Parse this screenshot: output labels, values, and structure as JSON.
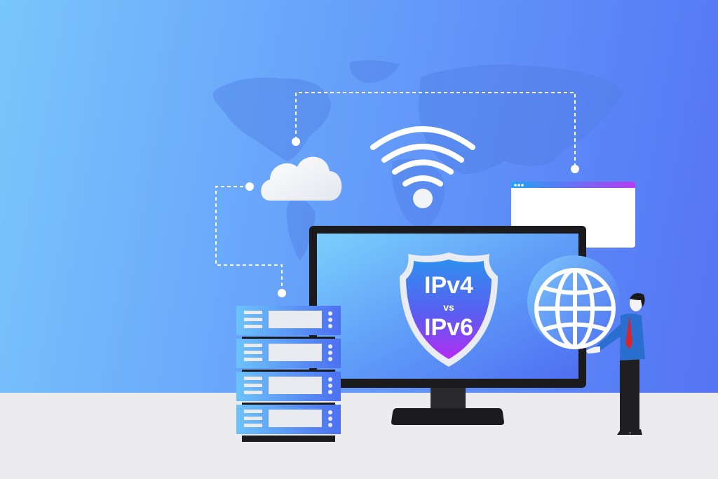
{
  "illustration": {
    "subject": "IPv4 vs IPv6 network comparison",
    "shield": {
      "line1": "IPv4",
      "line2": "vs",
      "line3": "IPv6"
    },
    "icons": [
      "world-map",
      "cloud-icon",
      "wifi-icon",
      "browser-window-icon",
      "monitor-icon",
      "globe-icon",
      "server-rack-icon",
      "person-figure"
    ],
    "server_units": 4,
    "colors": {
      "bg_left": "#79c6fb",
      "bg_right": "#5574f3",
      "floor": "#ececee",
      "monitor_frame": "#1b1b1d",
      "shield_top": "#2e8ff0",
      "shield_bottom": "#b22ff2",
      "browser_bar_left": "#1fa3f5",
      "browser_bar_right": "#b63bf2",
      "white": "#ffffff"
    }
  }
}
